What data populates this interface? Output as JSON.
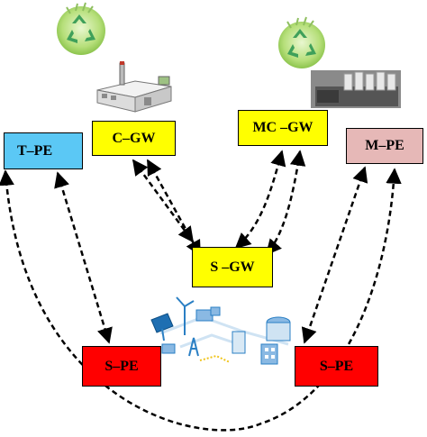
{
  "nodes": {
    "t_pe": "T–PE",
    "c_gw": "C–GW",
    "mc_gw": "MC –GW",
    "m_pe": "M–PE",
    "s_gw": "S –GW",
    "s_pe_left": "S–PE",
    "s_pe_right": "S–PE"
  },
  "icons": [
    "recycle-globe-icon",
    "recycle-globe-icon",
    "factory-icon",
    "server-rack-icon",
    "smart-grid-icon"
  ],
  "colors": {
    "t_pe": "#5bc8f5",
    "gateway": "#ffff00",
    "m_pe": "#e6b8b7",
    "s_pe": "#ff0000",
    "connector": "#000000"
  }
}
